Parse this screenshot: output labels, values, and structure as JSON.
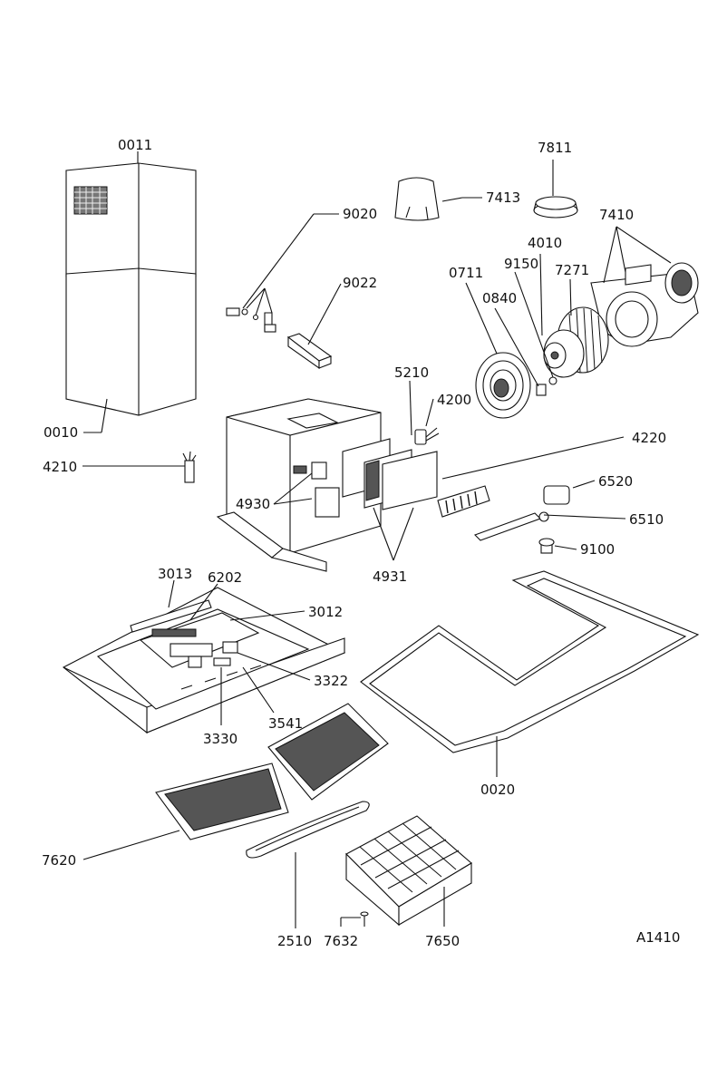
{
  "drawing": {
    "reference": "A1410",
    "parts": {
      "p0011": "0011",
      "p0010": "0010",
      "p4210": "4210",
      "p9020": "9020",
      "p9022": "9022",
      "p7413": "7413",
      "p7811": "7811",
      "p7410": "7410",
      "p4010": "4010",
      "p9150": "9150",
      "p7271": "7271",
      "p0711": "0711",
      "p0840": "0840",
      "p5210": "5210",
      "p4200": "4200",
      "p4220": "4220",
      "p4930": "4930",
      "p6520": "6520",
      "p6510": "6510",
      "p9100": "9100",
      "p4931": "4931",
      "p3013": "3013",
      "p6202": "6202",
      "p3012": "3012",
      "p3322": "3322",
      "p3330": "3330",
      "p3541": "3541",
      "p0020": "0020",
      "p7620": "7620",
      "p2510": "2510",
      "p7632": "7632",
      "p7650": "7650"
    }
  }
}
